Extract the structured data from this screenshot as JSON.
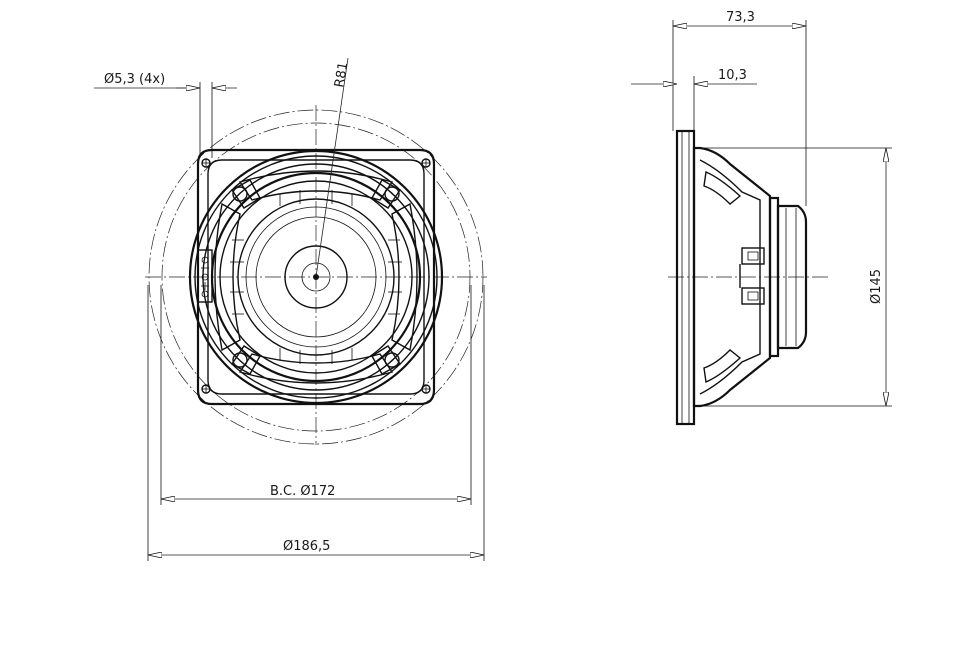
{
  "dimensions": {
    "hole_diameter": "Ø5,3 (4x)",
    "radius": "R81",
    "bolt_circle": "B.C. Ø172",
    "outer_diameter": "Ø186,5",
    "total_depth": "73,3",
    "flange_thickness": "10,3",
    "mounting_diameter": "Ø145"
  }
}
